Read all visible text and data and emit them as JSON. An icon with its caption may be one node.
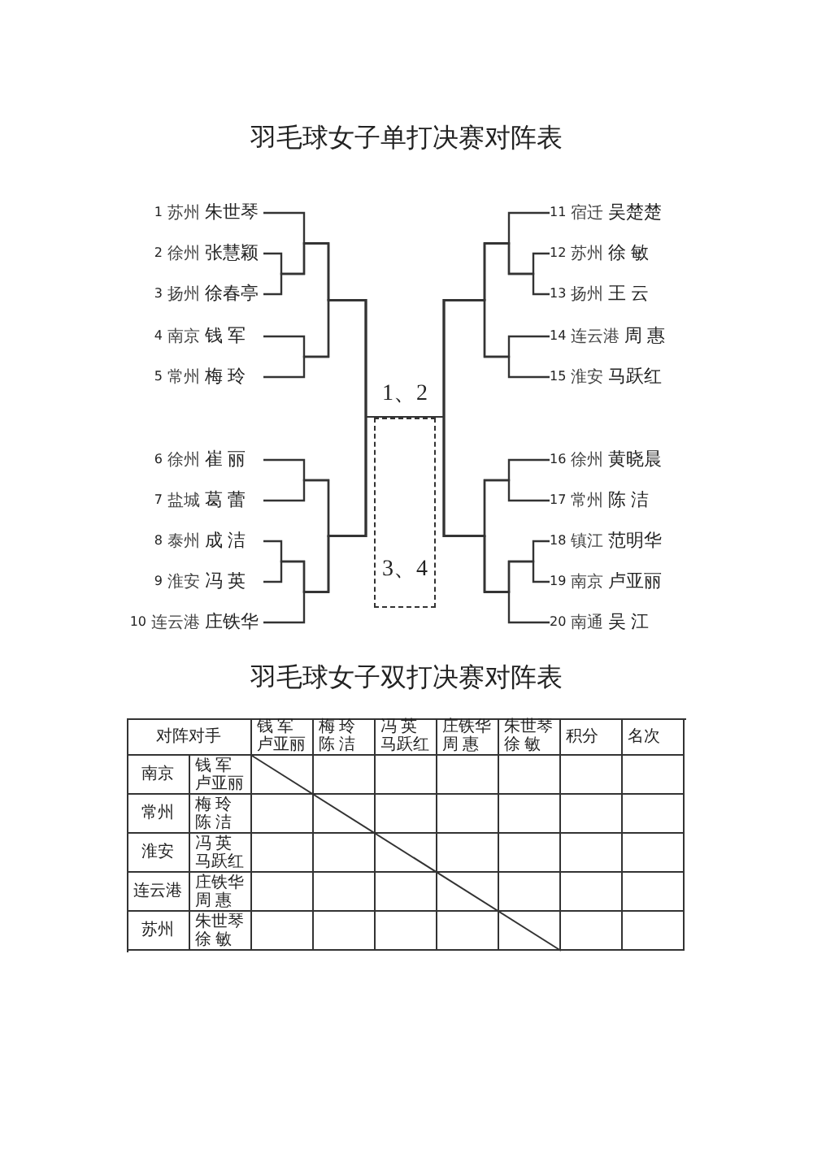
{
  "diagram": {
    "title": "羽毛球女子单打决赛对阵表",
    "nodes": [
      {
        "text": [
          "1",
          "苏州",
          "朱世琴"
        ]
      },
      {
        "text": [
          "2",
          "徐州",
          "张慧颖"
        ]
      },
      {
        "text": [
          "3",
          "扬州",
          "徐春亭"
        ]
      },
      {
        "text": [
          "4",
          "南京",
          "钱 军"
        ]
      },
      {
        "text": [
          "5",
          "常州",
          "梅 玲"
        ]
      },
      {
        "text": [
          "6",
          "徐州",
          "崔 丽"
        ]
      },
      {
        "text": [
          "7",
          "盐城",
          "葛 蕾"
        ]
      },
      {
        "text": [
          "8",
          "泰州",
          "成 洁"
        ]
      },
      {
        "text": [
          "9",
          "淮安",
          "冯 英"
        ]
      },
      {
        "text": [
          "10",
          "连云港",
          "庄铁华"
        ]
      },
      {
        "text": [
          "11",
          "宿迁",
          "吴楚楚"
        ]
      },
      {
        "text": [
          "12",
          "苏州",
          "徐 敏"
        ]
      },
      {
        "text": [
          "13",
          "扬州",
          "王 云"
        ]
      },
      {
        "text": [
          "14",
          "连云港",
          "周 惠"
        ]
      },
      {
        "text": [
          "15",
          "淮安",
          "马跃红"
        ]
      },
      {
        "text": [
          "16",
          "徐州",
          "黄晓晨"
        ]
      },
      {
        "text": [
          "17",
          "常州",
          "陈 洁"
        ]
      },
      {
        "text": [
          "18",
          "镇江",
          "范明华"
        ]
      },
      {
        "text": [
          "19",
          "南京",
          "卢亚丽"
        ]
      },
      {
        "text": [
          "20",
          "南通",
          "吴 江"
        ]
      },
      {
        "text": [
          "1、2"
        ]
      },
      {
        "text": [
          "3、4"
        ]
      }
    ],
    "edges": [
      {
        "from": 0,
        "to": 20,
        "arrow": "none"
      },
      {
        "from": 1,
        "to": 20,
        "arrow": "none"
      },
      {
        "from": 2,
        "to": 20,
        "arrow": "none"
      },
      {
        "from": 3,
        "to": 20,
        "arrow": "none"
      },
      {
        "from": 4,
        "to": 20,
        "arrow": "none"
      },
      {
        "from": 5,
        "to": 20,
        "arrow": "none"
      },
      {
        "from": 6,
        "to": 20,
        "arrow": "none"
      },
      {
        "from": 7,
        "to": 20,
        "arrow": "none"
      },
      {
        "from": 8,
        "to": 20,
        "arrow": "none"
      },
      {
        "from": 9,
        "to": 20,
        "arrow": "none"
      },
      {
        "from": 10,
        "to": 20,
        "arrow": "none"
      },
      {
        "from": 11,
        "to": 20,
        "arrow": "none"
      },
      {
        "from": 12,
        "to": 20,
        "arrow": "none"
      },
      {
        "from": 13,
        "to": 20,
        "arrow": "none"
      },
      {
        "from": 14,
        "to": 20,
        "arrow": "none"
      },
      {
        "from": 15,
        "to": 20,
        "arrow": "none"
      },
      {
        "from": 16,
        "to": 20,
        "arrow": "none"
      },
      {
        "from": 17,
        "to": 20,
        "arrow": "none"
      },
      {
        "from": 18,
        "to": 20,
        "arrow": "none"
      },
      {
        "from": 19,
        "to": 20,
        "arrow": "none"
      }
    ],
    "labels": [
      "羽毛球女子双打决赛对阵表",
      "对阵对手",
      "钱 军卢亚丽",
      "梅 玲陈 洁",
      "冯 英马跃红",
      "庄铁华周 惠",
      "朱世琴徐 敏",
      "积分",
      "名次",
      "南京",
      "钱 军卢亚丽",
      "常州",
      "梅 玲陈 洁",
      "淮安",
      "冯 英马跃红",
      "连云港",
      "庄铁华周 惠",
      "苏州",
      "朱世琴徐 敏"
    ]
  }
}
